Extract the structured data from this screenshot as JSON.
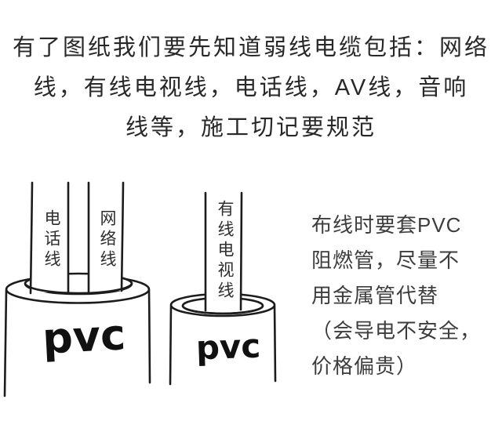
{
  "page": {
    "background": "#ffffff",
    "ink_color": "#1c1c1c",
    "heading_color": "#282828",
    "note_color": "#3d3d3d"
  },
  "header": {
    "lines": [
      "有了图纸我们要先知道弱线电缆包括：网络",
      "线，有线电视线，电话线，AV线，音响",
      "线等，施工切记要规范"
    ]
  },
  "illustration": {
    "left_pipe_label": "pvc",
    "right_pipe_label": "pvc",
    "cables": [
      {
        "label": "电话线"
      },
      {
        "label": "网络线"
      },
      {
        "label": "有线电视线"
      }
    ]
  },
  "side_note": {
    "lines": [
      "布线时要套PVC",
      "阻燃管，尽量不",
      "用金属管代替",
      "（会导电不安全，",
      "价格偏贵）"
    ]
  }
}
